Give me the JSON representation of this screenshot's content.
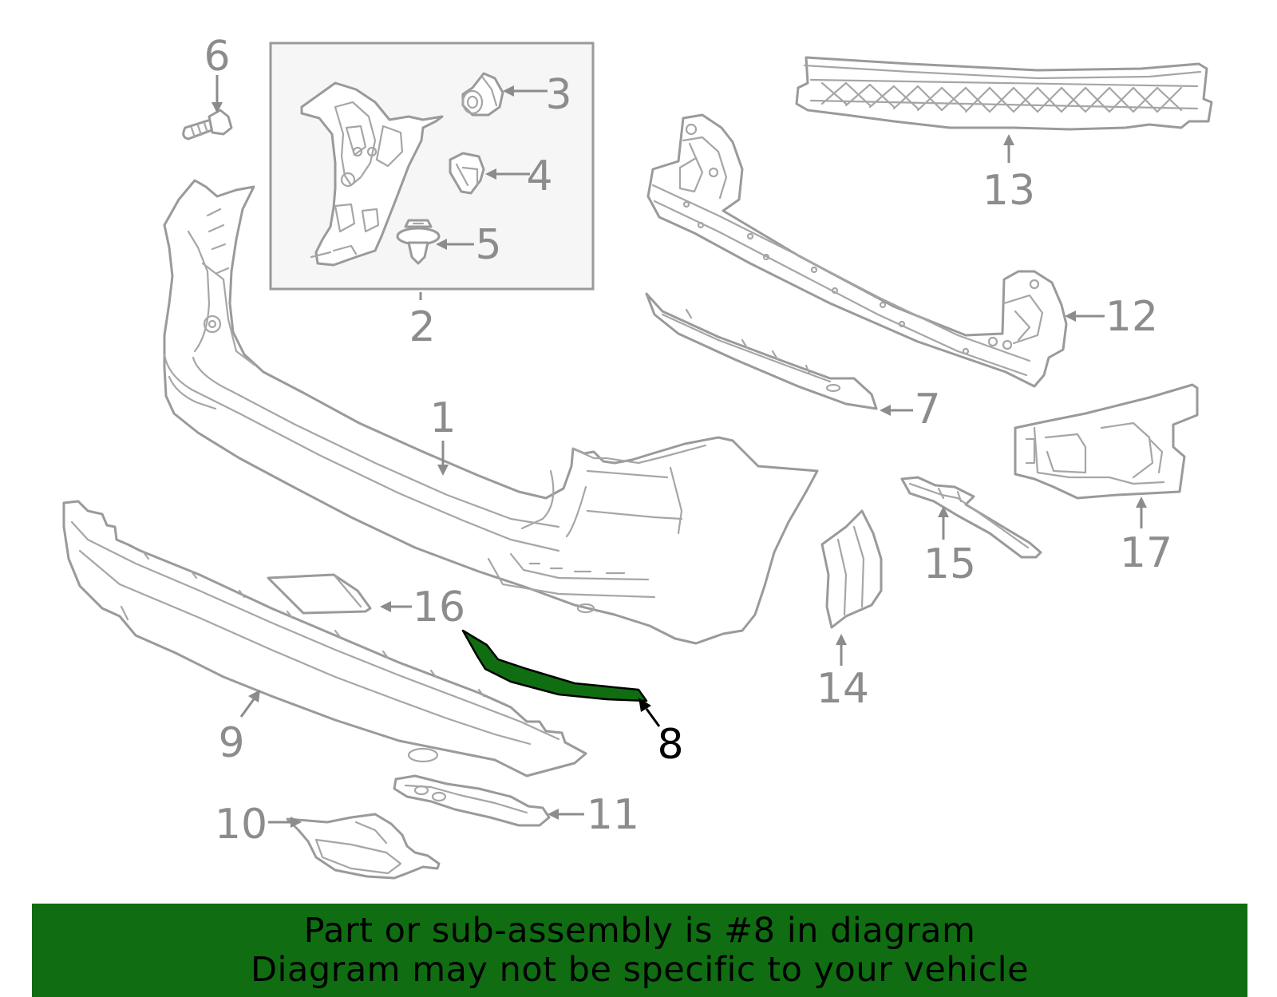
{
  "diagram": {
    "highlight_color": "#106d12",
    "line_color": "#9a9a9a",
    "inset_background": "#f6f6f6",
    "callouts": [
      {
        "id": "c1",
        "label": "1",
        "highlighted": false
      },
      {
        "id": "c2",
        "label": "2",
        "highlighted": false
      },
      {
        "id": "c3",
        "label": "3",
        "highlighted": false
      },
      {
        "id": "c4",
        "label": "4",
        "highlighted": false
      },
      {
        "id": "c5",
        "label": "5",
        "highlighted": false
      },
      {
        "id": "c6",
        "label": "6",
        "highlighted": false
      },
      {
        "id": "c7",
        "label": "7",
        "highlighted": false
      },
      {
        "id": "c8",
        "label": "8",
        "highlighted": true
      },
      {
        "id": "c9",
        "label": "9",
        "highlighted": false
      },
      {
        "id": "c10",
        "label": "10",
        "highlighted": false
      },
      {
        "id": "c11",
        "label": "11",
        "highlighted": false
      },
      {
        "id": "c12",
        "label": "12",
        "highlighted": false
      },
      {
        "id": "c13",
        "label": "13",
        "highlighted": false
      },
      {
        "id": "c14",
        "label": "14",
        "highlighted": false
      },
      {
        "id": "c15",
        "label": "15",
        "highlighted": false
      },
      {
        "id": "c16",
        "label": "16",
        "highlighted": false
      },
      {
        "id": "c17",
        "label": "17",
        "highlighted": false
      }
    ]
  },
  "banner": {
    "background": "#106d12",
    "line1": "Part or sub-assembly is #8 in diagram",
    "line2": "Diagram may not be specific to your vehicle"
  }
}
